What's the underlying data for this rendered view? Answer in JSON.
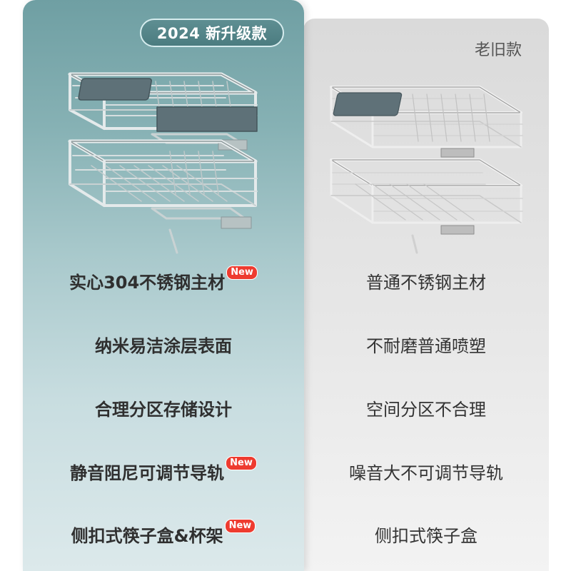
{
  "header": {
    "new_badge": "2024 新升级款",
    "old_label": "老旧款"
  },
  "colors": {
    "new_panel_top": "#6f9fa3",
    "new_panel_bottom": "#dce9eb",
    "old_panel": "#e0e0e0",
    "new_tag": "#ee3b2f"
  },
  "new_tag_label": "New",
  "features_new": [
    {
      "label": "实心304不锈钢主材",
      "has_new_tag": true
    },
    {
      "label": "纳米易洁涂层表面",
      "has_new_tag": false
    },
    {
      "label": "合理分区存储设计",
      "has_new_tag": false
    },
    {
      "label": "静音阻尼可调节导轨",
      "has_new_tag": true
    },
    {
      "label": "侧扣式筷子盒&杯架",
      "has_new_tag": true
    }
  ],
  "features_old": [
    {
      "label": "普通不锈钢主材"
    },
    {
      "label": "不耐磨普通喷塑"
    },
    {
      "label": "空间分区不合理"
    },
    {
      "label": "噪音大不可调节导轨"
    },
    {
      "label": "侧扣式筷子盒"
    }
  ]
}
